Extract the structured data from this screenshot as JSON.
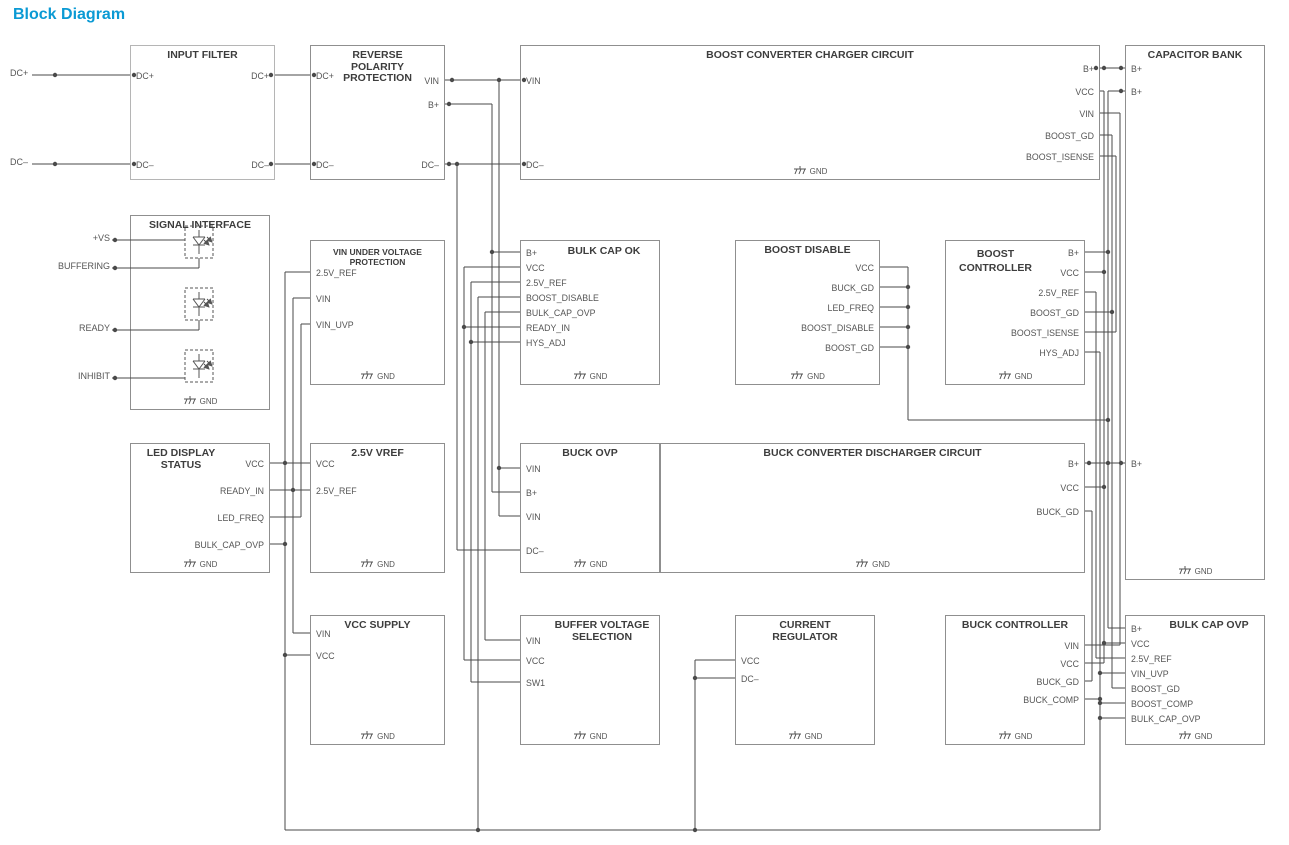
{
  "page": {
    "title": "Block Diagram"
  },
  "labels": {
    "gnd": "GND"
  },
  "external": {
    "dc_plus": "DC+",
    "dc_minus": "DC–",
    "vs": "+VS",
    "buffering": "BUFFERING",
    "ready": "READY",
    "inhibit": "INHIBIT"
  },
  "blocks": {
    "input_filter": {
      "title": "INPUT FILTER",
      "left_pins": [
        "DC+",
        "DC–"
      ],
      "right_pins": [
        "DC+",
        "DC–"
      ]
    },
    "reverse_polarity": {
      "title": "REVERSE\nPOLARITY\nPROTECTION",
      "left_pins": [
        "DC+",
        "DC–"
      ],
      "right_pins": [
        "VIN",
        "B+",
        "DC–"
      ]
    },
    "boost_charger": {
      "title": "BOOST CONVERTER CHARGER CIRCUIT",
      "left_pins": [
        "VIN",
        "DC–"
      ],
      "right_pins": [
        "B+",
        "VCC",
        "VIN",
        "BOOST_GD",
        "BOOST_ISENSE"
      ]
    },
    "capacitor_bank": {
      "title": "CAPACITOR BANK",
      "left_pins": [
        "B+",
        "B+",
        "B+"
      ]
    },
    "signal_interface": {
      "title": "SIGNAL INTERFACE"
    },
    "vin_uvp": {
      "title": "VIN UNDER VOLTAGE\nPROTECTION",
      "left_pins": [
        "2.5V_REF",
        "VIN",
        "VIN_UVP"
      ]
    },
    "bulk_cap_ok": {
      "title": "BULK CAP OK",
      "left_pins": [
        "B+",
        "VCC",
        "2.5V_REF",
        "BOOST_DISABLE",
        "BULK_CAP_OVP",
        "READY_IN",
        "HYS_ADJ"
      ]
    },
    "boost_disable": {
      "title": "BOOST DISABLE",
      "right_pins": [
        "VCC",
        "BUCK_GD",
        "LED_FREQ",
        "BOOST_DISABLE",
        "BOOST_GD"
      ]
    },
    "boost_controller": {
      "title": "BOOST\nCONTROLLER",
      "right_pins": [
        "B+",
        "VCC",
        "2.5V_REF",
        "BOOST_GD",
        "BOOST_ISENSE",
        "HYS_ADJ"
      ]
    },
    "led_display_status": {
      "title": "LED DISPLAY\nSTATUS",
      "right_pins": [
        "VCC",
        "READY_IN",
        "LED_FREQ",
        "BULK_CAP_OVP"
      ]
    },
    "vref_2v5": {
      "title": "2.5V VREF",
      "left_pins": [
        "VCC",
        "2.5V_REF"
      ]
    },
    "buck_ovp": {
      "title": "BUCK OVP",
      "left_pins": [
        "VIN",
        "B+",
        "VIN",
        "DC–"
      ]
    },
    "buck_discharger": {
      "title": "BUCK CONVERTER DISCHARGER CIRCUIT",
      "right_pins": [
        "B+",
        "VCC",
        "BUCK_GD"
      ]
    },
    "vcc_supply": {
      "title": "VCC SUPPLY",
      "left_pins": [
        "VIN",
        "VCC"
      ]
    },
    "buffer_voltage": {
      "title": "BUFFER VOLTAGE\nSELECTION",
      "left_pins": [
        "VIN",
        "VCC",
        "SW1"
      ]
    },
    "current_regulator": {
      "title": "CURRENT\nREGULATOR",
      "left_pins": [
        "VCC",
        "DC–"
      ]
    },
    "buck_controller": {
      "title": "BUCK CONTROLLER",
      "right_pins": [
        "VIN",
        "VCC",
        "BUCK_GD",
        "BUCK_COMP"
      ]
    },
    "bulk_cap_ovp": {
      "title": "BULK CAP OVP",
      "left_pins": [
        "B+",
        "VCC",
        "2.5V_REF",
        "VIN_UVP",
        "BOOST_GD",
        "BOOST_COMP",
        "BULK_CAP_OVP"
      ]
    }
  }
}
